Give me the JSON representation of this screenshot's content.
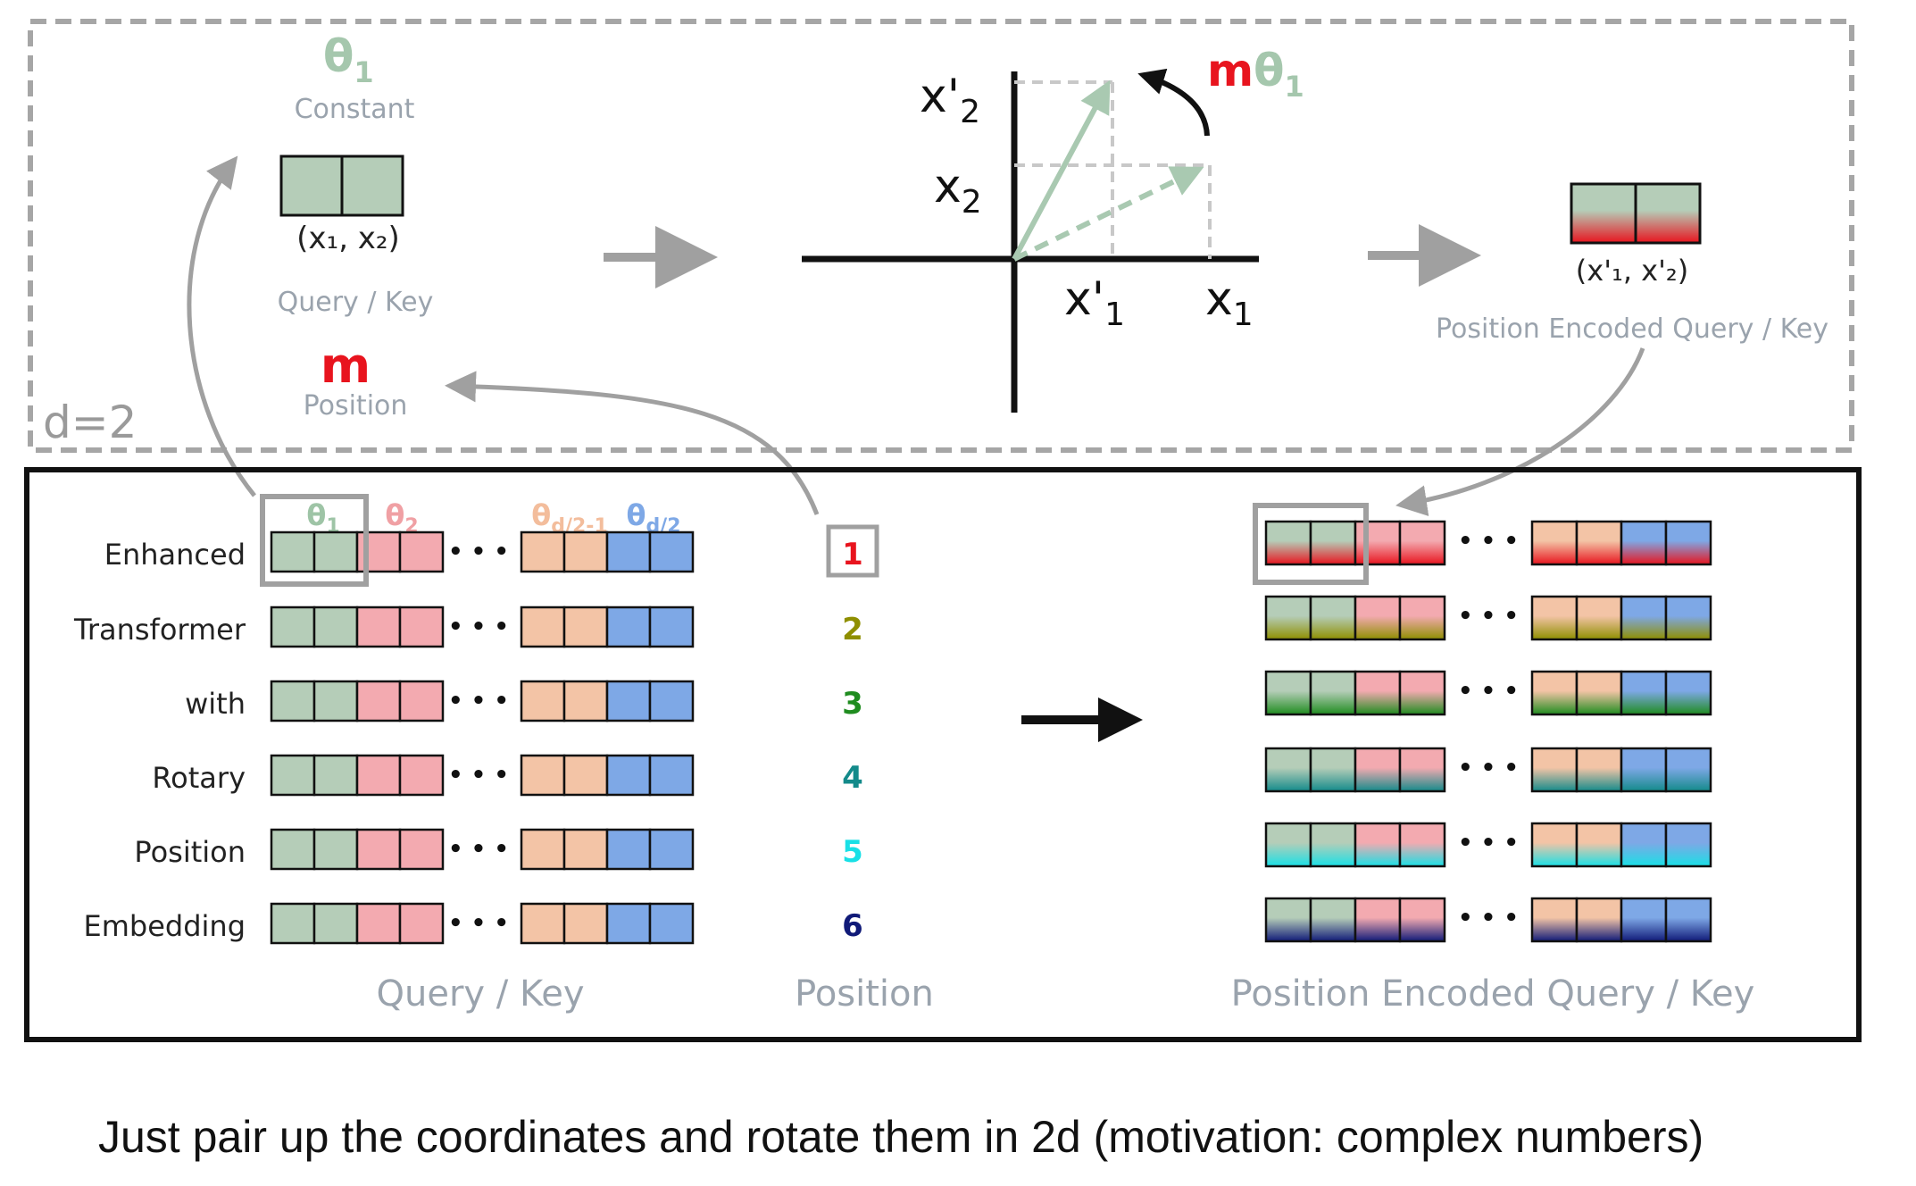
{
  "top_panel": {
    "label": "d=2",
    "theta_label": "θ",
    "theta_sub": "1",
    "constant_label": "Constant",
    "pair_label": "(x₁, x₂)",
    "query_key_label": "Query / Key",
    "m_label": "m",
    "position_label": "Position",
    "axis": {
      "x_prime_2": "x'",
      "x_prime_2_sub": "2",
      "x_2": "x",
      "x_2_sub": "2",
      "x_prime_1": "x'",
      "x_prime_1_sub": "1",
      "x_1": "x",
      "x_1_sub": "1"
    },
    "rotation_m": "m",
    "rotation_theta": "θ",
    "rotation_theta_sub": "1",
    "encoded_pair_label": "(x'₁, x'₂)",
    "encoded_label": "Position Encoded Query / Key"
  },
  "bottom_panel": {
    "theta_headers": [
      {
        "text": "θ",
        "sub": "1",
        "color": "#9ec4a6"
      },
      {
        "text": "θ",
        "sub": "2",
        "color": "#f0a0a4"
      },
      {
        "text": "θ",
        "sub": "d/2-1",
        "color": "#f3bd9c"
      },
      {
        "text": "θ",
        "sub": "d/2",
        "color": "#7ea8e6"
      }
    ],
    "words": [
      "Enhanced",
      "Transformer",
      "with",
      "Rotary",
      "Position",
      "Embedding"
    ],
    "positions": [
      {
        "label": "1",
        "color": "#e8141e"
      },
      {
        "label": "2",
        "color": "#8f8f00"
      },
      {
        "label": "3",
        "color": "#1f8c1f"
      },
      {
        "label": "4",
        "color": "#138a8a"
      },
      {
        "label": "5",
        "color": "#19e0e6"
      },
      {
        "label": "6",
        "color": "#101a78"
      }
    ],
    "ellipsis": "• • •",
    "query_key_label": "Query / Key",
    "position_label": "Position",
    "encoded_label": "Position Encoded Query / Key"
  },
  "colors": {
    "green": "#b5cdb8",
    "pink": "#f3aab0",
    "peach": "#f3c4a6",
    "blue": "#7ea8e6",
    "gray_text": "#9aa3ad",
    "red": "#e8141e"
  },
  "caption": "Just pair up the coordinates and rotate them in 2d (motivation: complex numbers)"
}
